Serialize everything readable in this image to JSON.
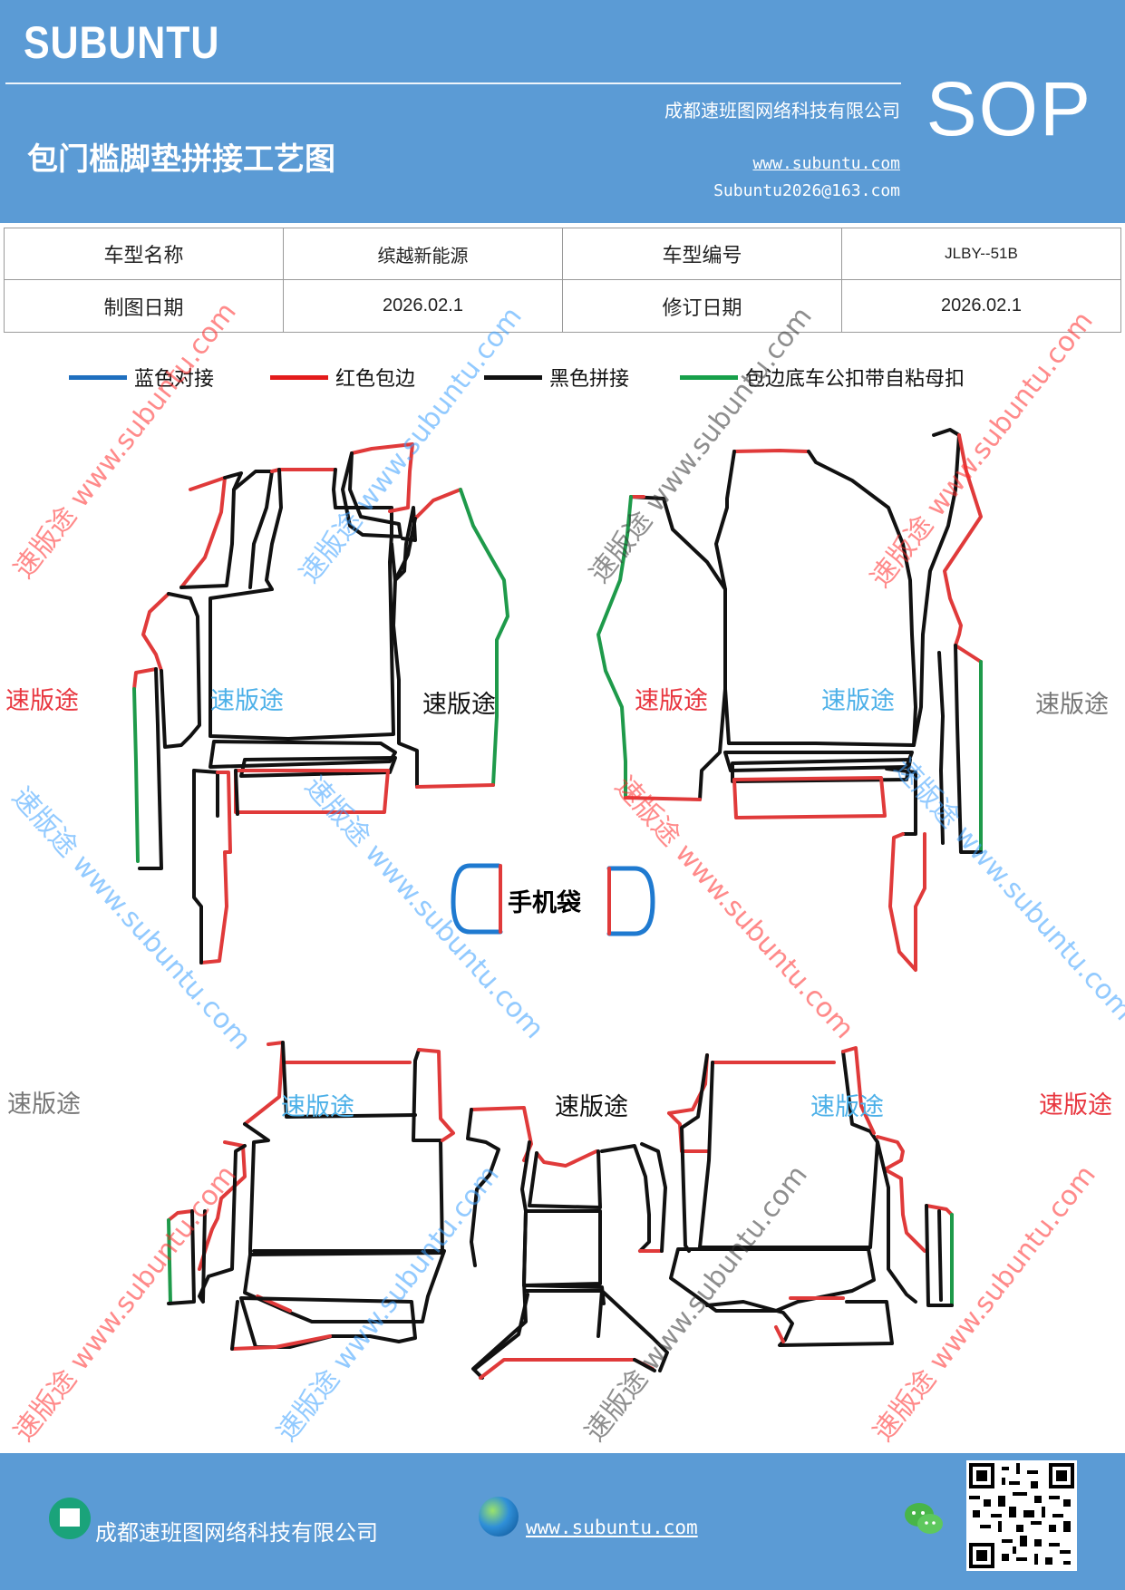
{
  "header": {
    "brand": "SUBUNTU",
    "company": "成都速班图网络科技有限公司",
    "title": "包门槛脚垫拼接工艺图",
    "website": "www.subuntu.com",
    "email": "Subuntu2026@163.com",
    "sop": "SOP"
  },
  "info_table": {
    "model_name_label": "车型名称",
    "model_name_value": "缤越新能源",
    "model_code_label": "车型编号",
    "model_code_value": "JLBY--51B",
    "draw_date_label": "制图日期",
    "draw_date_value": "2026.02.1",
    "revise_date_label": "修订日期",
    "revise_date_value": "2026.02.1"
  },
  "legend": [
    {
      "label": "蓝色对接",
      "color": "#1f6fbf"
    },
    {
      "label": "红色包边",
      "color": "#e31b1b"
    },
    {
      "label": "黑色拼接",
      "color": "#111111"
    },
    {
      "label": "包边底车公扣带自粘母扣",
      "color": "#17a04a"
    }
  ],
  "colors": {
    "header_bg": "#5b9bd5",
    "red_edge": "#e03a3a",
    "black_seam": "#111111",
    "green_edge": "#1e9a4a",
    "blue_joint": "#1f7ad0"
  },
  "drawing": {
    "phone_pocket_label": "手机袋",
    "watermark_word": "速版途",
    "watermark_url": "www.subuntu.com",
    "watermark_label_colors": [
      "#e8363f",
      "#4cb0e8",
      "#111111",
      "#e8363f",
      "#4cb0e8",
      "#777777",
      "#777777",
      "#4cb0e8",
      "#111111",
      "#4cb0e8",
      "#e8363f"
    ]
  },
  "footer": {
    "company": "成都速班图网络科技有限公司",
    "website": "www.subuntu.com",
    "home_icon": "home-icon",
    "globe_icon": "globe-icon",
    "wechat_icon": "wechat-icon",
    "qr_icon": "qr-code-icon"
  }
}
